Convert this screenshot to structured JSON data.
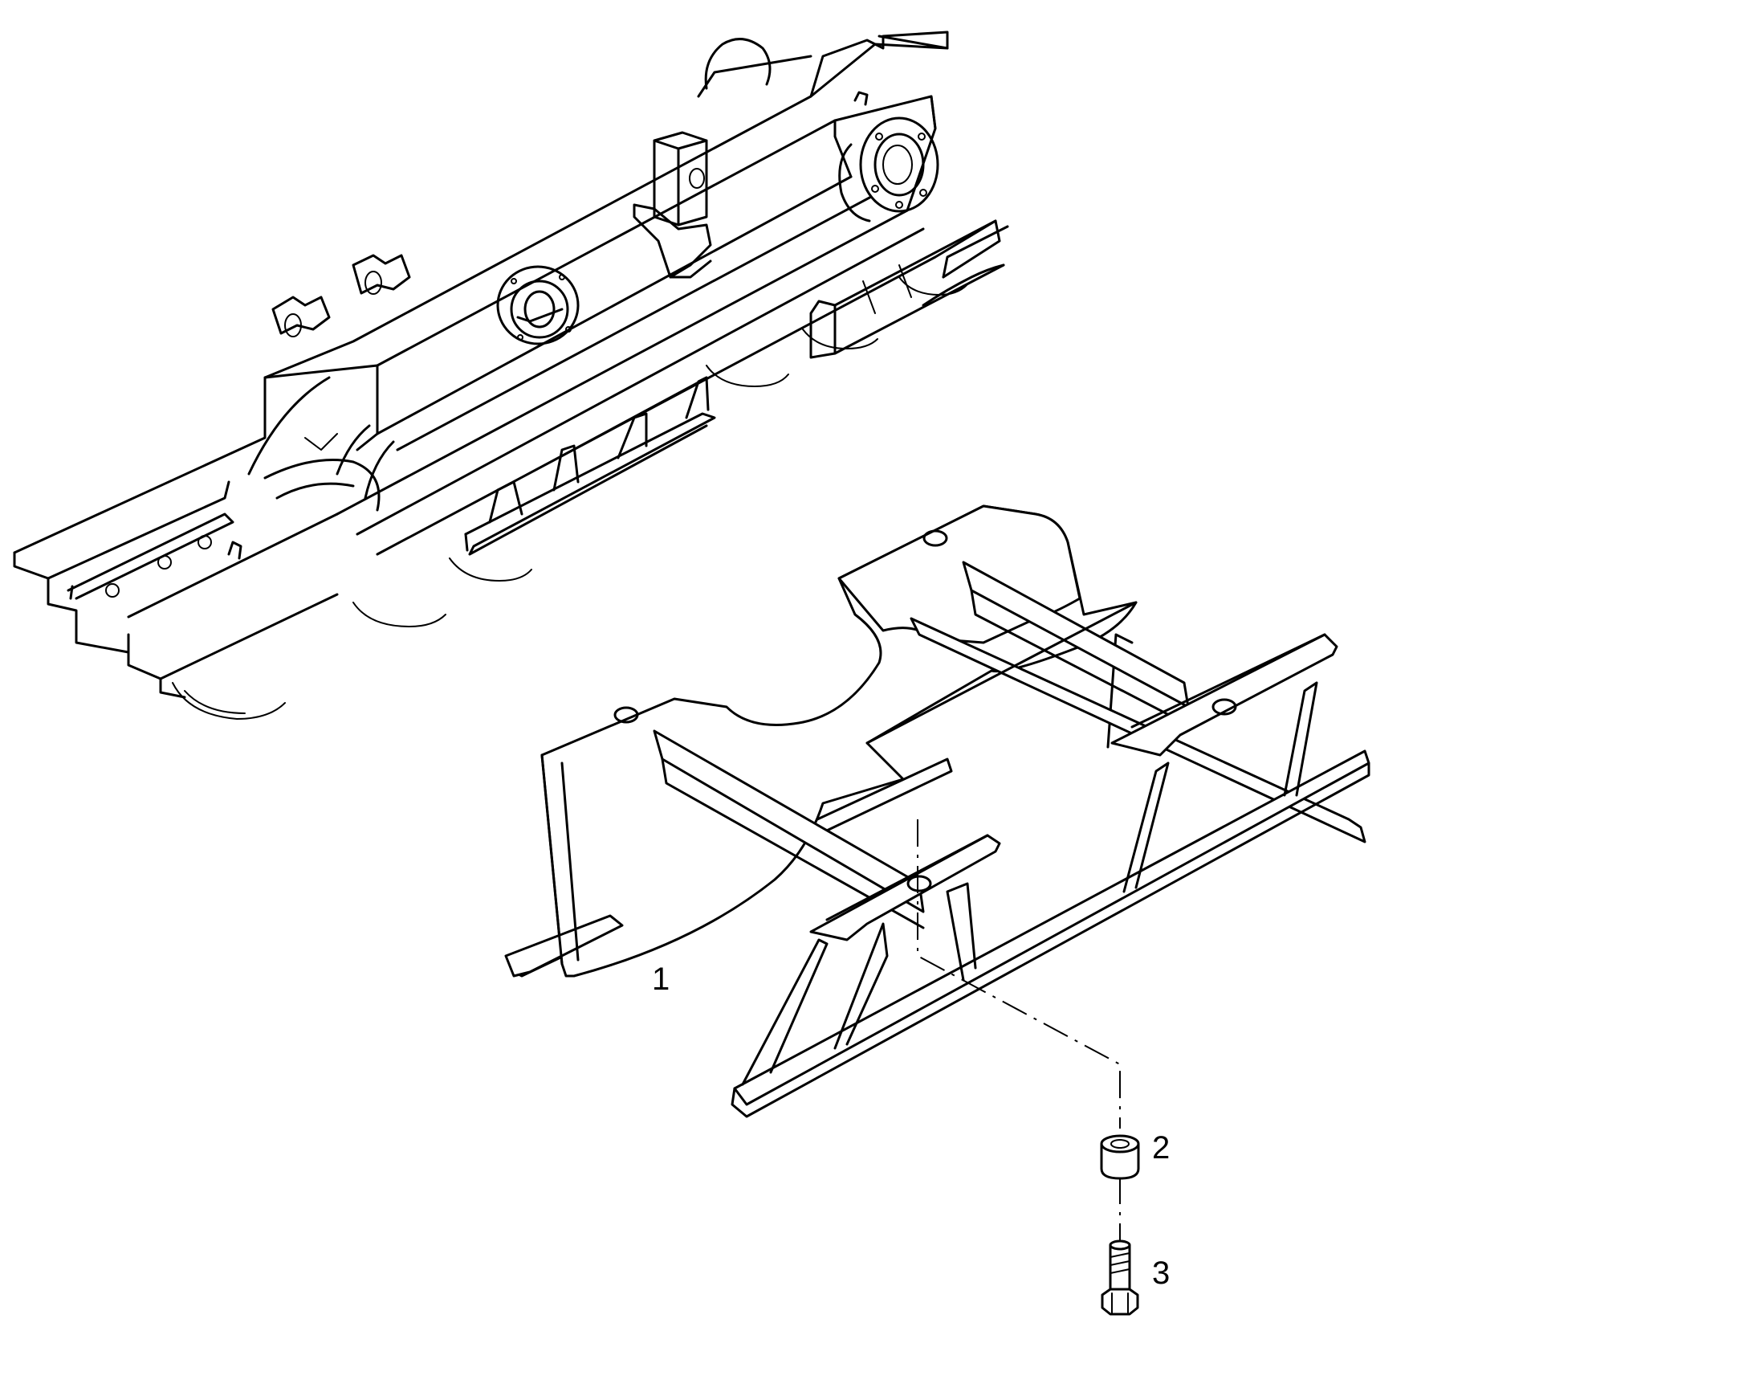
{
  "callouts": {
    "part1": "1",
    "part2": "2",
    "part3": "3"
  },
  "parts": {
    "frame_assembly": "track-frame-assembly",
    "guard": "track-guide-guard",
    "spacer": "spacer-bushing",
    "bolt": "hex-bolt"
  },
  "colors": {
    "line": "#000000",
    "background": "#ffffff"
  }
}
